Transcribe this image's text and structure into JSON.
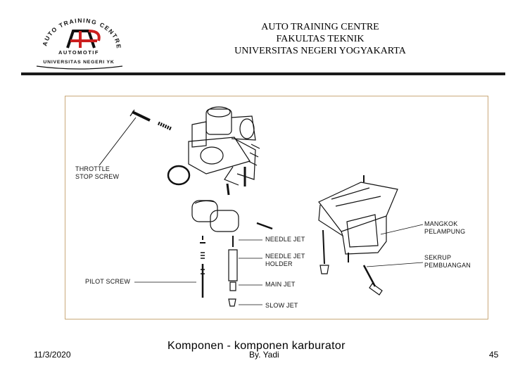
{
  "logo": {
    "ring_top": "AUTO TRAINING CENTRE",
    "ring_mid": "AUTOMOTIF",
    "ring_bottom": "UNIVERSITAS NEGERI YK",
    "accent": "#cc1f1f"
  },
  "header": {
    "line1": "AUTO TRAINING CENTRE",
    "line2": "FAKULTAS TEKNIK",
    "line3": "UNIVERSITAS NEGERI YOGYAKARTA"
  },
  "diagram": {
    "labels": {
      "throttle_stop_screw_1": "THROTTLE",
      "throttle_stop_screw_2": "STOP SCREW",
      "needle_jet": "NEEDLE JET",
      "needle_jet_holder_1": "NEEDLE JET",
      "needle_jet_holder_2": "HOLDER",
      "pilot_screw": "PILOT SCREW",
      "main_jet": "MAIN JET",
      "slow_jet": "SLOW JET",
      "mangkok_1": "MANGKOK",
      "mangkok_2": "PELAMPUNG",
      "sekrup_1": "SEKRUP",
      "sekrup_2": "PEMBUANGAN"
    }
  },
  "footer": {
    "date": "11/3/2020",
    "title": "Komponen - komponen karburator",
    "author": "By. Yadi",
    "page": "45"
  }
}
